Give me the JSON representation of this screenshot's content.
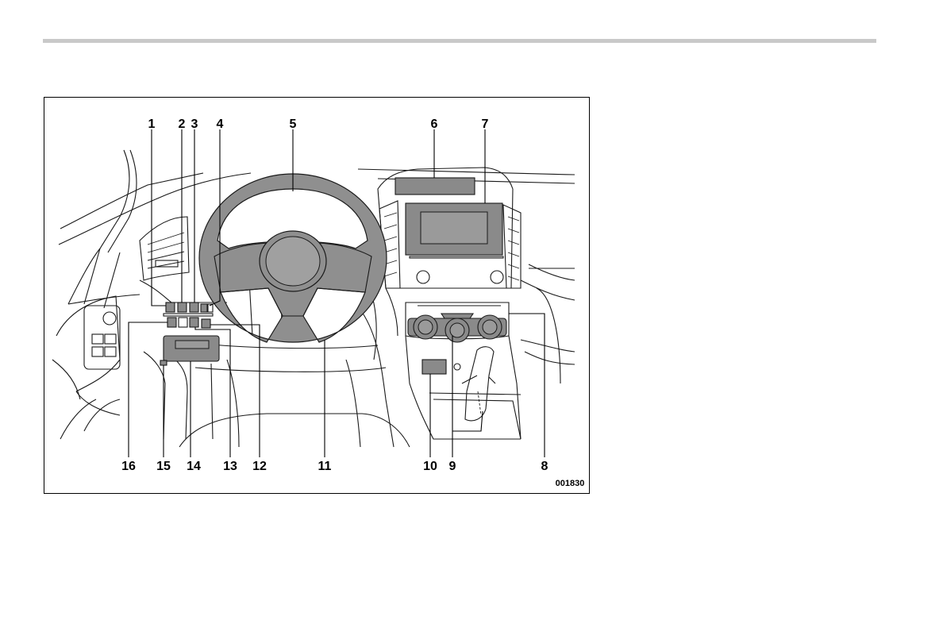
{
  "figure": {
    "code": "001830",
    "callouts_top": [
      "1",
      "2",
      "3",
      "4",
      "5",
      "6",
      "7"
    ],
    "callouts_bottom": [
      "16",
      "15",
      "14",
      "13",
      "12",
      "11",
      "10",
      "9",
      "8"
    ]
  }
}
